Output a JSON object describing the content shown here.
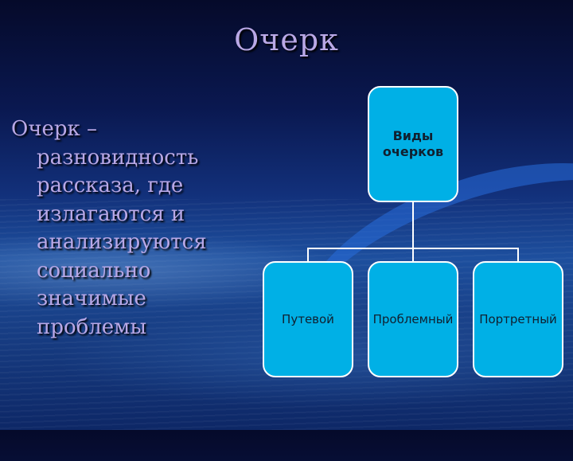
{
  "title": "Очерк",
  "definition": {
    "first_line": "Очерк –",
    "rest": "разновидность рассказа, где излагаются и анализируются социально значимые проблемы"
  },
  "diagram": {
    "root": "Виды очерков",
    "children": [
      "Путевой",
      "Проблемный",
      "Портретный"
    ],
    "box_color": "#00b0e6",
    "connector_color": "#ffffff"
  }
}
